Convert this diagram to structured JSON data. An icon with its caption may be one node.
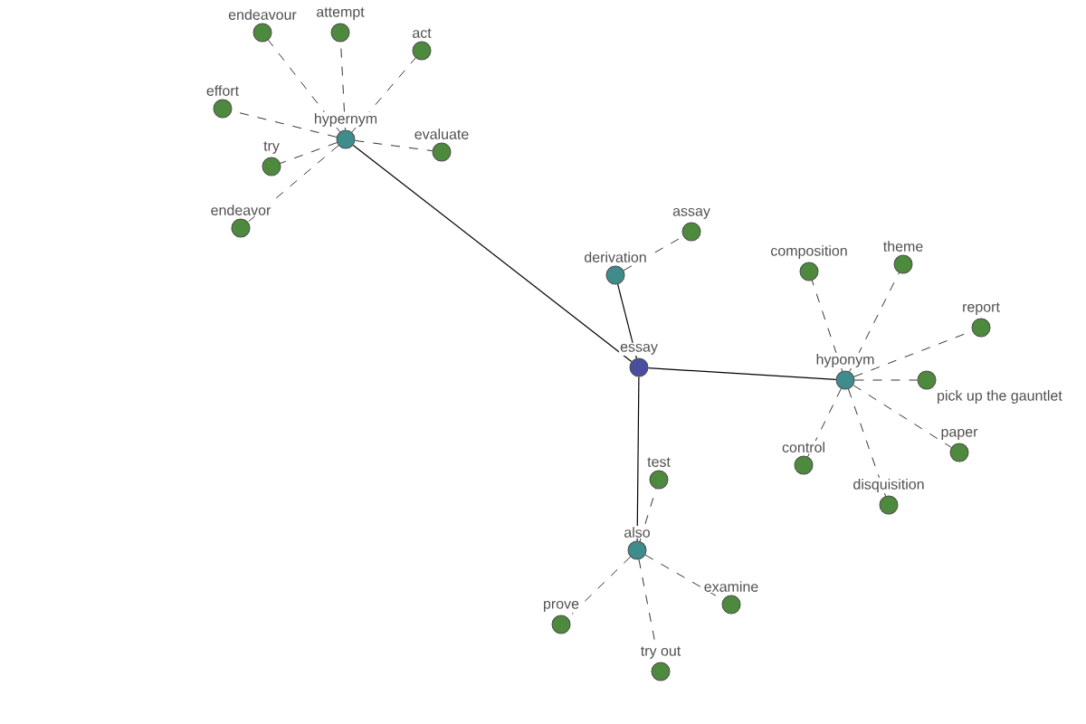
{
  "diagram": {
    "nodes": [
      {
        "text": [
          "essay"
        ]
      },
      {
        "text": [
          "hypernym"
        ]
      },
      {
        "text": [
          "derivation"
        ]
      },
      {
        "text": [
          "hyponym"
        ]
      },
      {
        "text": [
          "also"
        ]
      },
      {
        "text": [
          "endeavour"
        ]
      },
      {
        "text": [
          "attempt"
        ]
      },
      {
        "text": [
          "act"
        ]
      },
      {
        "text": [
          "effort"
        ]
      },
      {
        "text": [
          "evaluate"
        ]
      },
      {
        "text": [
          "try"
        ]
      },
      {
        "text": [
          "endeavor"
        ]
      },
      {
        "text": [
          "assay"
        ]
      },
      {
        "text": [
          "composition"
        ]
      },
      {
        "text": [
          "theme"
        ]
      },
      {
        "text": [
          "report"
        ]
      },
      {
        "text": [
          "pick up the gauntlet"
        ]
      },
      {
        "text": [
          "paper"
        ]
      },
      {
        "text": [
          "control"
        ]
      },
      {
        "text": [
          "disquisition"
        ]
      },
      {
        "text": [
          "test"
        ]
      },
      {
        "text": [
          "examine"
        ]
      },
      {
        "text": [
          "prove"
        ]
      },
      {
        "text": [
          "try out"
        ]
      }
    ],
    "edges": [
      {
        "from": 0,
        "to": 1,
        "arrow": "none"
      },
      {
        "from": 0,
        "to": 2,
        "arrow": "none"
      },
      {
        "from": 0,
        "to": 3,
        "arrow": "none"
      },
      {
        "from": 0,
        "to": 4,
        "arrow": "none"
      },
      {
        "from": 1,
        "to": 5,
        "arrow": "none",
        "style": "dashed"
      },
      {
        "from": 1,
        "to": 6,
        "arrow": "none",
        "style": "dashed"
      },
      {
        "from": 1,
        "to": 7,
        "arrow": "none",
        "style": "dashed"
      },
      {
        "from": 1,
        "to": 8,
        "arrow": "none",
        "style": "dashed"
      },
      {
        "from": 1,
        "to": 9,
        "arrow": "none",
        "style": "dashed"
      },
      {
        "from": 1,
        "to": 10,
        "arrow": "none",
        "style": "dashed"
      },
      {
        "from": 1,
        "to": 11,
        "arrow": "none",
        "style": "dashed"
      },
      {
        "from": 2,
        "to": 12,
        "arrow": "none",
        "style": "dashed"
      },
      {
        "from": 3,
        "to": 13,
        "arrow": "none",
        "style": "dashed"
      },
      {
        "from": 3,
        "to": 14,
        "arrow": "none",
        "style": "dashed"
      },
      {
        "from": 3,
        "to": 15,
        "arrow": "none",
        "style": "dashed"
      },
      {
        "from": 3,
        "to": 16,
        "arrow": "none",
        "style": "dashed"
      },
      {
        "from": 3,
        "to": 17,
        "arrow": "none",
        "style": "dashed"
      },
      {
        "from": 3,
        "to": 18,
        "arrow": "none",
        "style": "dashed"
      },
      {
        "from": 3,
        "to": 19,
        "arrow": "none",
        "style": "dashed"
      },
      {
        "from": 4,
        "to": 20,
        "arrow": "none",
        "style": "dashed"
      },
      {
        "from": 4,
        "to": 21,
        "arrow": "none",
        "style": "dashed"
      },
      {
        "from": 4,
        "to": 22,
        "arrow": "none",
        "style": "dashed"
      },
      {
        "from": 4,
        "to": 23,
        "arrow": "none",
        "style": "dashed"
      }
    ]
  }
}
